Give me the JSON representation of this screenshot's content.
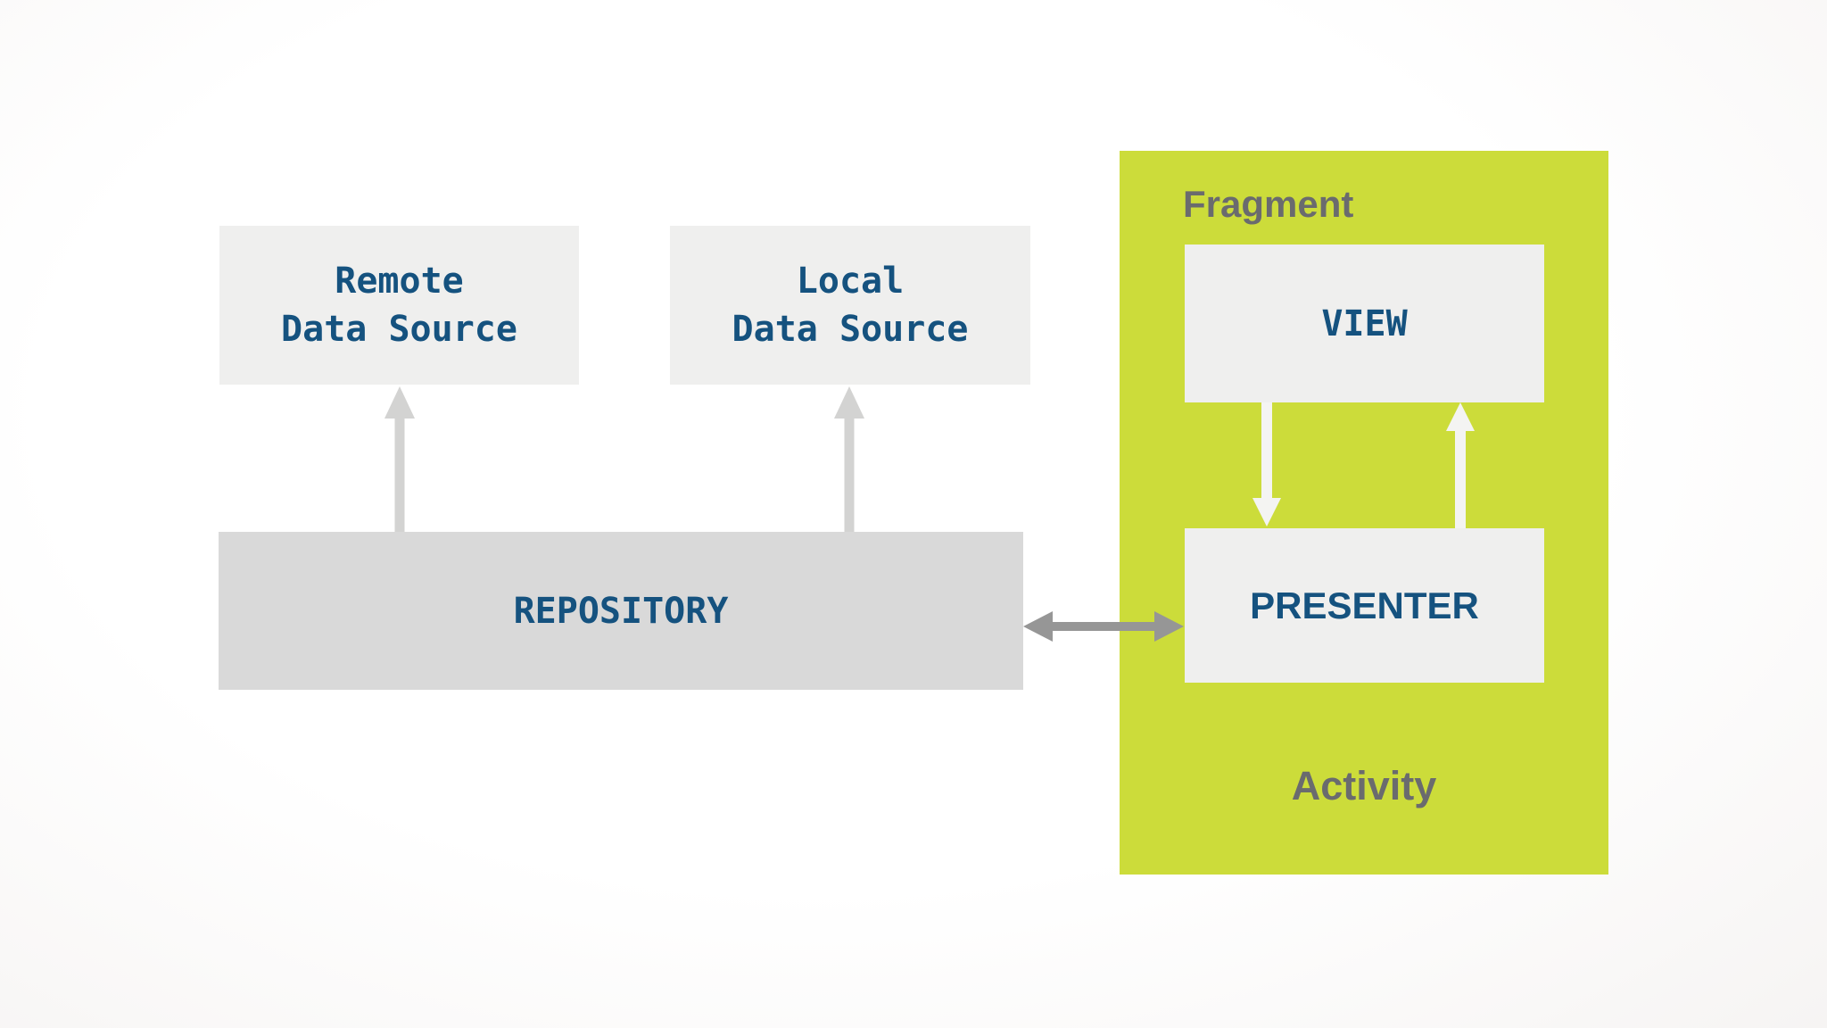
{
  "diagram": {
    "remote": {
      "line1": "Remote",
      "line2": "Data Source"
    },
    "local": {
      "line1": "Local",
      "line2": "Data Source"
    },
    "repository": {
      "label": "REPOSITORY"
    },
    "fragment": {
      "label": "Fragment"
    },
    "activity": {
      "label": "Activity"
    },
    "view": {
      "label": "VIEW"
    },
    "presenter": {
      "label": "PRESENTER"
    },
    "icons": {
      "repository_to_remote": "arrow-up-icon",
      "repository_to_local": "arrow-up-icon",
      "view_to_presenter": "arrow-down-icon",
      "presenter_to_view": "arrow-up-icon",
      "repository_presenter_link": "double-headed-arrow-icon"
    }
  },
  "colors": {
    "background": "#fcfbfb",
    "container_green": "#ccdc3a",
    "box_light": "#efefee",
    "box_gray": "#d9d9d9",
    "text_blue": "#15527f",
    "text_gray": "#6a6b6e",
    "arrow_light": "#d3d3d2",
    "arrow_white": "#f4f4f2",
    "arrow_dark": "#969696"
  }
}
